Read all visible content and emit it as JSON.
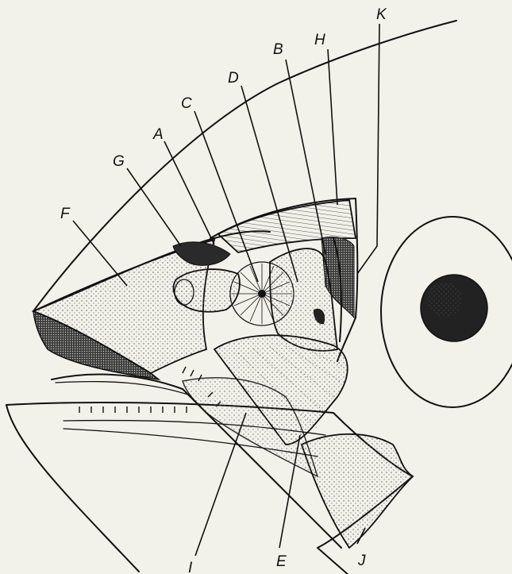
{
  "figure": {
    "subject": "fish-head-anatomy",
    "labels": [
      "A",
      "B",
      "C",
      "D",
      "E",
      "F",
      "G",
      "H",
      "I",
      "J",
      "K"
    ]
  },
  "labels": {
    "A": "A",
    "B": "B",
    "C": "C",
    "D": "D",
    "E": "E",
    "F": "F",
    "G": "G",
    "H": "H",
    "I": "I",
    "J": "J",
    "K": "K"
  },
  "colors": {
    "paper": "#f2f1ea",
    "ink": "#111111",
    "shadow": "#2a2a2a",
    "stipple": "#555555"
  }
}
